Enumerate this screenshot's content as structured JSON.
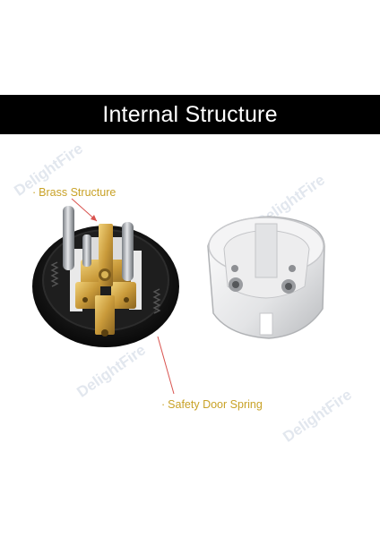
{
  "banner": {
    "title": "Internal Structure",
    "background_color": "#000000",
    "text_color": "#ffffff"
  },
  "callouts": {
    "brass": "Brass Structure",
    "spring": "Safety Door Spring",
    "label_color": "#c9a227",
    "line_color": "#d9534f"
  },
  "watermark": {
    "text": "DelightFire"
  },
  "image": {
    "left_object": "socket-core-with-brass-contacts",
    "right_object": "white-socket-housing"
  }
}
